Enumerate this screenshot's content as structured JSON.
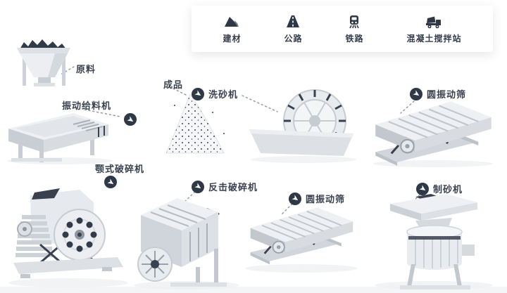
{
  "legend": {
    "items": [
      {
        "label": "建材",
        "icon": "aggregate-pile-icon"
      },
      {
        "label": "公路",
        "icon": "road-icon"
      },
      {
        "label": "铁路",
        "icon": "train-icon"
      },
      {
        "label": "混凝土搅拌站",
        "icon": "mixer-truck-icon"
      }
    ]
  },
  "stations": {
    "raw_material": {
      "label": "原料"
    },
    "vibrating_feeder": {
      "label": "振动给料机"
    },
    "finished_product": {
      "label": "成品"
    },
    "sand_washer": {
      "label": "洗砂机"
    },
    "circular_screen_top": {
      "label": "圆振动筛"
    },
    "jaw_crusher": {
      "label": "颚式破碎机"
    },
    "impact_crusher": {
      "label": "反击破碎机"
    },
    "circular_screen_bottom": {
      "label": "圆振动筛"
    },
    "sand_maker": {
      "label": "制砂机"
    }
  },
  "colors": {
    "badge": "#2e3847",
    "label_text": "#3a4250",
    "machine_light": "#eef0f3",
    "machine_mid": "#d8dce1",
    "machine_dark": "#323b49",
    "connector": "#949aa4",
    "background": "#ffffff"
  }
}
